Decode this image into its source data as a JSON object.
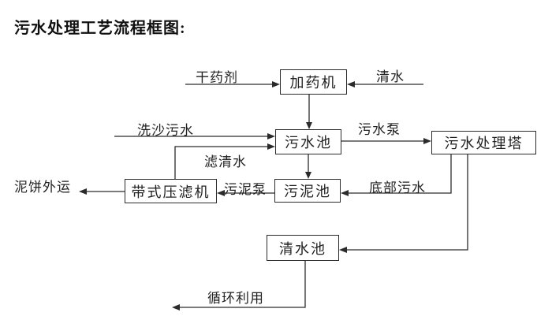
{
  "title": "污水处理工艺流程框图:",
  "colors": {
    "background": "#ffffff",
    "line": "#2b2b2b",
    "text": "#222222"
  },
  "diagram": {
    "type": "flowchart",
    "nodes": [
      {
        "id": "dosing-machine",
        "label": "加药机"
      },
      {
        "id": "sewage-pool",
        "label": "污水池"
      },
      {
        "id": "sewage-treatment-tower",
        "label": "污水处理塔"
      },
      {
        "id": "belt-filter-press",
        "label": "带式压滤机"
      },
      {
        "id": "sludge-pool",
        "label": "污泥池"
      },
      {
        "id": "clear-water-pool",
        "label": "清水池"
      }
    ],
    "flow_labels": [
      {
        "id": "dry-chemical",
        "label": "干药剂"
      },
      {
        "id": "clear-water",
        "label": "清水"
      },
      {
        "id": "sand-washing-sewage",
        "label": "洗沙污水"
      },
      {
        "id": "sewage-pump",
        "label": "污水泵"
      },
      {
        "id": "filtered-water",
        "label": "滤清水"
      },
      {
        "id": "bottom-sewage",
        "label": "底部污水"
      },
      {
        "id": "sludge-pump",
        "label": "污泥泵"
      },
      {
        "id": "mud-cake-outbound",
        "label": "泥饼外运"
      },
      {
        "id": "recycling",
        "label": "循环利用"
      }
    ],
    "flows": [
      {
        "from": "干药剂",
        "to": "加药机"
      },
      {
        "from": "清水",
        "to": "加药机"
      },
      {
        "from": "加药机",
        "to": "污水池"
      },
      {
        "from": "洗沙污水",
        "to": "污水池"
      },
      {
        "from": "污水池",
        "to": "污水处理塔",
        "via": "污水泵"
      },
      {
        "from": "污水池",
        "to": "污泥池"
      },
      {
        "from": "污水处理塔",
        "to": "污泥池",
        "via": "底部污水"
      },
      {
        "from": "污泥池",
        "to": "带式压滤机",
        "via": "污泥泵"
      },
      {
        "from": "带式压滤机",
        "to": "污水池",
        "via": "滤清水"
      },
      {
        "from": "带式压滤机",
        "to": "泥饼外运"
      },
      {
        "from": "污水处理塔",
        "to": "清水池"
      },
      {
        "from": "清水池",
        "to": "循环利用"
      }
    ]
  }
}
